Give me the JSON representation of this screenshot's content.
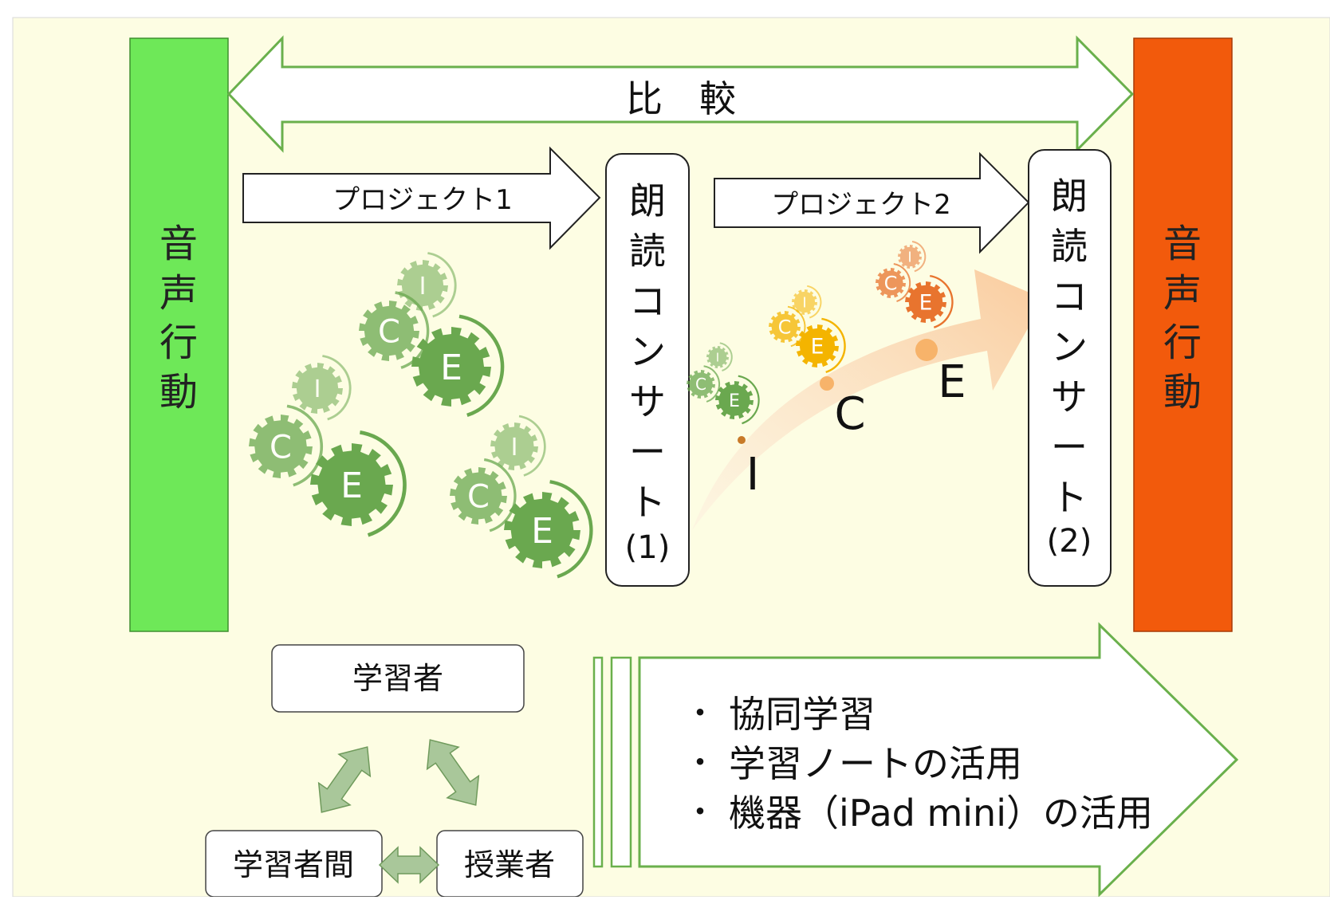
{
  "compare_label": "比　較",
  "left_bar_label": "音声行動",
  "right_bar_label": "音声行動",
  "project1_label": "プロジェクト1",
  "project2_label": "プロジェクト2",
  "concert1": {
    "title": "朗読コンサート",
    "number": "(1)"
  },
  "concert2": {
    "title": "朗読コンサート",
    "number": "(2)"
  },
  "growth_labels": [
    "I",
    "C",
    "E"
  ],
  "gear_letters": {
    "interaction": "I",
    "communication": "C",
    "expression": "E"
  },
  "triangle": {
    "learner": "学習者",
    "between_learners": "学習者間",
    "teacher": "授業者"
  },
  "methods": [
    "協同学習",
    "学習ノートの活用",
    "機器（iPad mini）の活用"
  ],
  "bullet_char": "・",
  "colors": {
    "background": "#fdfde3",
    "left_bar": "#6ee858",
    "right_bar": "#f25a0c",
    "arrow_outline": "#6ab04c",
    "gear_green": "#6aa84f",
    "gear_yellow": "#f4b400",
    "gear_orange": "#e8742e",
    "growth_arrow": "#f9c99a"
  }
}
